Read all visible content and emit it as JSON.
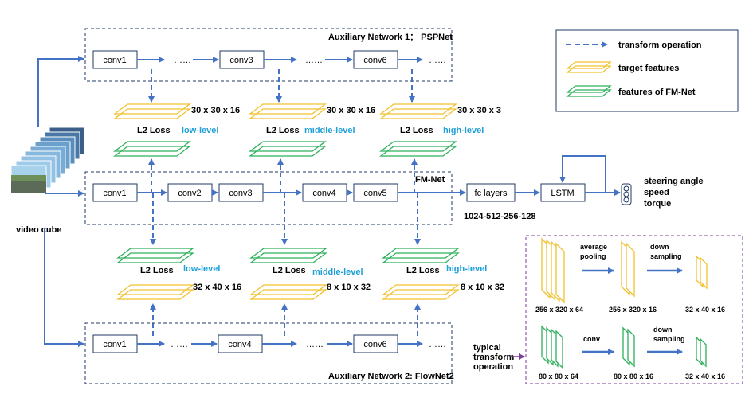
{
  "colors": {
    "arrow": "#4472c4",
    "target": "#f2c12e",
    "fmnet": "#2eb05c",
    "level": "#1fa0d8",
    "purple": "#7a3d9c"
  },
  "input": {
    "label": "video cube"
  },
  "psp": {
    "title": "Auxiliary Network 1： PSPNet",
    "nodes": [
      "conv1",
      "conv3",
      "conv6"
    ],
    "dots": "……"
  },
  "flow": {
    "title": "Auxiliary Network 2: FlowNet2",
    "nodes": [
      "conv1",
      "conv4",
      "conv6"
    ],
    "dots": "……"
  },
  "fmnet": {
    "title": "FM-Net",
    "nodes": [
      "conv1",
      "conv2",
      "conv3",
      "conv4",
      "conv5"
    ]
  },
  "head": {
    "fc": "fc layers",
    "fc_dims": "1024-512-256-128",
    "lstm": "LSTM",
    "outputs": [
      "steering angle",
      "speed",
      "torque"
    ]
  },
  "loss_top": [
    {
      "loss": "L2 Loss",
      "level": "low-level",
      "dims": "30 x 30 x 16"
    },
    {
      "loss": "L2 Loss",
      "level": "middle-level",
      "dims": "30 x 30 x 16"
    },
    {
      "loss": "L2 Loss",
      "level": "high-level",
      "dims": "30 x 30 x 3"
    }
  ],
  "loss_bottom": [
    {
      "loss": "L2 Loss",
      "level": "low-level",
      "dims": "32 x 40 x 16"
    },
    {
      "loss": "L2 Loss",
      "level": "middle-level",
      "dims": "8 x 10 x 32"
    },
    {
      "loss": "L2 Loss",
      "level": "high-level",
      "dims": "8 x 10 x 32"
    }
  ],
  "legend": {
    "transform": "transform operation",
    "target": "target features",
    "fm": "features of FM-Net"
  },
  "transform_box": {
    "caption": [
      "typical",
      "transform",
      "operation"
    ],
    "row1": {
      "op1": [
        "average",
        "pooling"
      ],
      "op2": [
        "down",
        "sampling"
      ],
      "dims": [
        "256 x 320 x 64",
        "256 x 320 x 16",
        "32 x 40 x 16"
      ]
    },
    "row2": {
      "op1": [
        "conv"
      ],
      "op2": [
        "down",
        "sampling"
      ],
      "dims": [
        "80 x 80 x 64",
        "80 x 80 x 16",
        "32 x 40 x 16"
      ]
    }
  }
}
